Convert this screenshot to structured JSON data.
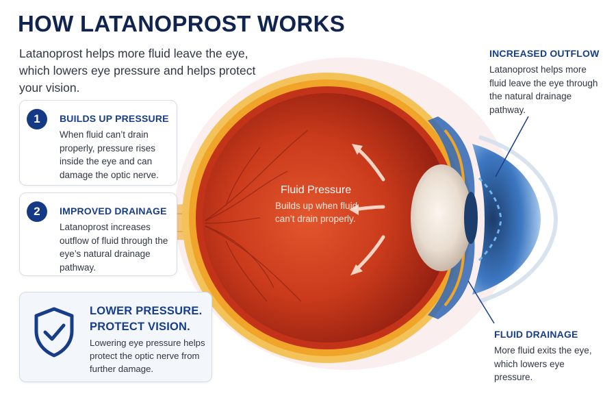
{
  "title": "HOW LATANOPROST WORKS",
  "intro": "Latanoprost helps more fluid leave the eye, which lowers eye pressure and helps protect your vision.",
  "steps": [
    {
      "number": "1",
      "heading": "BUILDS UP PRESSURE",
      "text": "When fluid can’t drain properly, pressure rises inside the eye and can damage the optic nerve."
    },
    {
      "number": "2",
      "heading": "IMPROVED DRAINAGE",
      "text": "Latanoprost increases outflow of fluid through the eye’s natural drainage pathway."
    }
  ],
  "callout": {
    "heading_line1": "LOWER PRESSURE.",
    "heading_line2": "PROTECT VISION.",
    "text": "Lowering eye pressure helps protect the optic nerve from further damage.",
    "icon": "shield-check-icon"
  },
  "labels": {
    "outflow_heading": "INCREASED OUTFLOW",
    "outflow_text": "Latanoprost helps more fluid leave the eye through the natural drainage pathway.",
    "drainage_heading": "FLUID DRAINAGE",
    "drainage_text": "More fluid exits the eye, which lowers eye pressure.",
    "pressure_heading": "Fluid Pressure",
    "pressure_text": "Builds up when fluid can’t drain properly."
  },
  "colors": {
    "brand_navy": "#10244f",
    "accent_blue": "#173d88",
    "eye_red": "#c8371b",
    "sclera_yellow": "#f0a52a",
    "iris_blue": "#3d78c2"
  }
}
